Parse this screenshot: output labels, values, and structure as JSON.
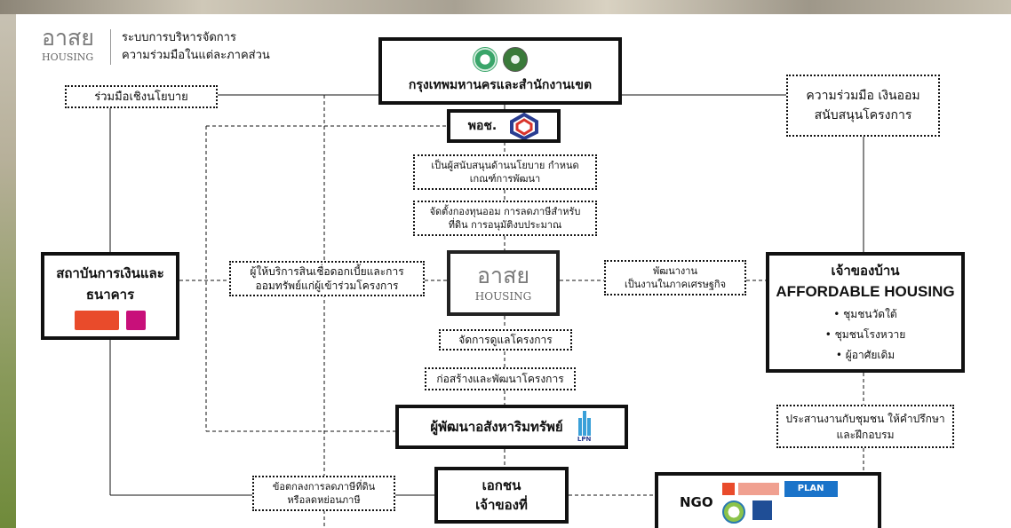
{
  "brand": {
    "logo_thai": "อาสย",
    "logo_en": "HOUSING",
    "tagline_line1": "ระบบการบริหารจัดการ",
    "tagline_line2": "ความร่วมมือในแต่ละภาคส่วน"
  },
  "nodes": {
    "bangkok": "กรุงเทพมหานครและสำนักงานเขต",
    "dpt": "พอช.",
    "policy_coop": "ร่วมมือเชิงนโยบาย",
    "finance_coop_line1": "ความร่วมมือ เงินออม",
    "finance_coop_line2": "สนับสนุนโครงการ",
    "policy_support_line1": "เป็นผู้สนับสนุนด้านนโยบาย กำหนด",
    "policy_support_line2": "เกณฑ์การพัฒนา",
    "fund_line1": "จัดตั้งกองทุนออม การลดภาษีสำหรับ",
    "fund_line2": "ที่ดิน การอนุมัติงบประมาณ",
    "bank_line1": "สถาบันการเงินและ",
    "bank_line2": "ธนาคาร",
    "loan_line1": "ผู้ให้บริการสินเชื่อดอกเบี้ยและการ",
    "loan_line2": "ออมทรัพย์แก่ผู้เข้าร่วมโครงการ",
    "center_thai": "อาสย",
    "center_en": "HOUSING",
    "econ_line1": "พัฒนางาน",
    "econ_line2": "เป็นงานในภาคเศรษฐกิจ",
    "owner_line1": "เจ้าของบ้าน",
    "owner_line2": "AFFORDABLE HOUSING",
    "owner_bullets": [
      "ชุมชนวัดใต้",
      "ชุมชนโรงหวาย",
      "ผู้อาศัยเดิม"
    ],
    "manage": "จัดการดูแลโครงการ",
    "construct": "ก่อสร้างและพัฒนาโครงการ",
    "developer": "ผู้พัฒนาอสังหาริมทรัพย์",
    "community_line1": "ประสานงานกับชุมชน ให้คำปรึกษา",
    "community_line2": "และฝึกอบรม",
    "tax_line1": "ข้อตกลงการลดภาษีที่ดิน",
    "tax_line2": "หรือลดหย่อนภาษี",
    "private_line1": "เอกชน",
    "private_line2": "เจ้าของที่",
    "ngo": "NGO",
    "lpn": "LPN",
    "plan": "PLAN"
  },
  "colors": {
    "line": "#111111",
    "dpt_blue": "#2a3d91",
    "dpt_red": "#d9342b",
    "bank_red": "#e94b2b",
    "bank_purple": "#c8107a",
    "plan_blue": "#1a73c9"
  }
}
